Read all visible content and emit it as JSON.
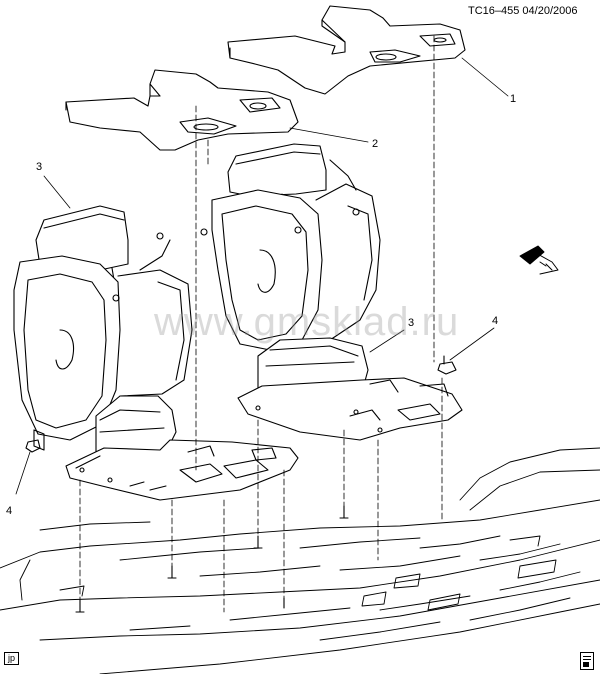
{
  "header": {
    "id": "TC16–455 04/20/2006"
  },
  "callouts": [
    "1",
    "2",
    "3",
    "3",
    "4",
    "4"
  ],
  "watermark": "www.gmsklad.ru",
  "footer": {
    "tag": "jp"
  }
}
